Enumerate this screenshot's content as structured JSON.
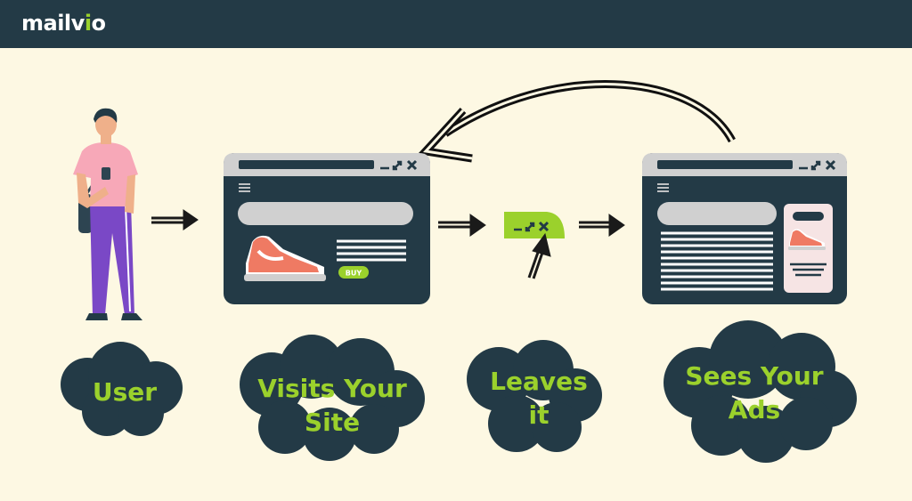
{
  "brand": {
    "name_main": "mailv",
    "name_accent": "i",
    "name_tail": "o"
  },
  "colors": {
    "header_bg": "#233a46",
    "page_bg": "#fdf8e3",
    "accent": "#9bd12c",
    "browser_dark": "#233a46",
    "browser_chrome": "#d0d0d0",
    "shoe": "#ef7a63",
    "ad_panel": "#f6e4e4"
  },
  "steps": [
    {
      "label_line1": "User",
      "label_line2": ""
    },
    {
      "label_line1": "Visits Your",
      "label_line2": "Site"
    },
    {
      "label_line1": "Leaves",
      "label_line2": "it"
    },
    {
      "label_line1": "Sees Your",
      "label_line2": "Ads"
    }
  ],
  "site": {
    "buy_label": "BUY"
  },
  "icons": [
    "person-icon",
    "browser-window-icon",
    "shoe-icon",
    "minimize-icon",
    "maximize-icon",
    "close-icon",
    "hamburger-menu-icon",
    "arrow-icon",
    "cursor-icon",
    "curved-return-arrow-icon"
  ]
}
